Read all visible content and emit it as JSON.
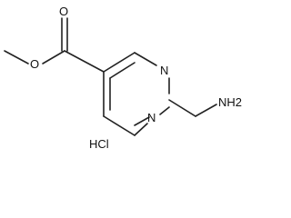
{
  "molecule": {
    "atoms": {
      "ring_n_top": "N",
      "ring_n_bottom": "N",
      "ester_o_carbonyl": "O",
      "ester_o_ether": "O",
      "amine": "NH2"
    },
    "salt": "HCl"
  },
  "colors": {
    "ink": "#111111",
    "bond": "#222222",
    "background": "#ffffff"
  }
}
